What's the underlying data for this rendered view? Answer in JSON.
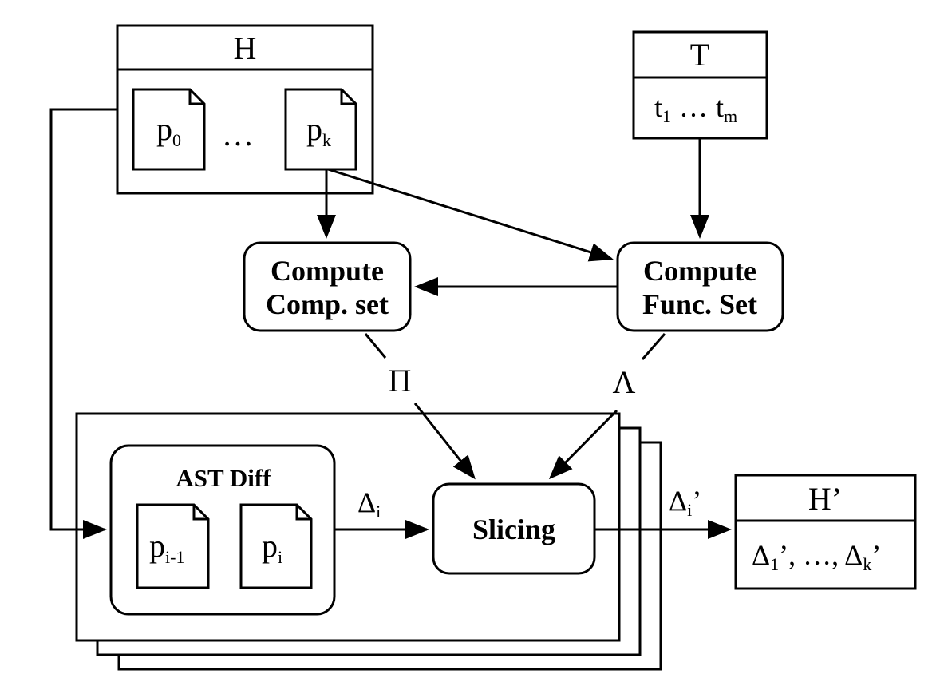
{
  "history": {
    "title": "H",
    "first_program": {
      "base": "p",
      "sub": "0"
    },
    "ellipsis": "…",
    "last_program": {
      "base": "p",
      "sub": "k"
    }
  },
  "tests": {
    "title": "T",
    "t1": {
      "base": "t",
      "sub": "1"
    },
    "ellipsis": "…",
    "tm": {
      "base": "t",
      "sub": "m"
    }
  },
  "comp_set": {
    "line1": "Compute",
    "line2": "Comp. set"
  },
  "func_set": {
    "line1": "Compute",
    "line2": "Func. Set"
  },
  "pi_label": "Π",
  "lambda_label": "Λ",
  "ast_diff": {
    "title": "AST Diff",
    "prev": {
      "base": "p",
      "sub": "i-1"
    },
    "curr": {
      "base": "p",
      "sub": "i"
    }
  },
  "delta_i": {
    "base": "Δ",
    "sub": "i"
  },
  "slicing": {
    "label": "Slicing"
  },
  "delta_i_prime": {
    "base": "Δ",
    "sub": "i",
    "prime": "’"
  },
  "output": {
    "title": "H’",
    "d1": {
      "base": "Δ",
      "sub": "1",
      "prime": "’"
    },
    "sep": ", …, ",
    "dk": {
      "base": "Δ",
      "sub": "k",
      "prime": "’"
    }
  }
}
